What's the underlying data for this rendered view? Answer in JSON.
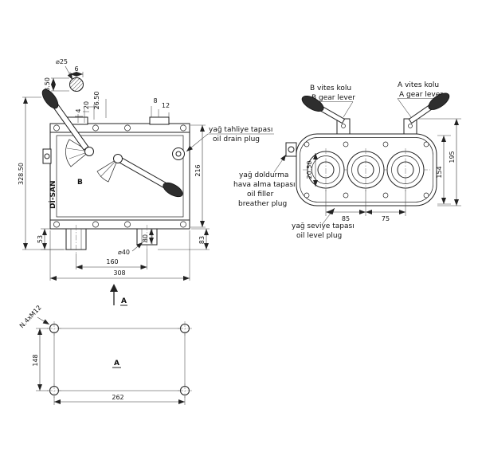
{
  "detail_view": {
    "dia_label": "⌀25",
    "width_label": "6",
    "height_label": "3.50"
  },
  "side_view": {
    "brand": "Dİ-SAN",
    "gate_b": "B",
    "dim_4": "4",
    "dim_20": "20",
    "dim_26_50": "26.50",
    "dim_8": "8",
    "dim_12": "12",
    "dim_328_50": "328.50",
    "dim_216": "216",
    "dim_53": "53",
    "dim_80": "80",
    "dim_83": "83",
    "dim_dia40": "⌀40",
    "dim_160": "160",
    "dim_308": "308",
    "section_label": "A"
  },
  "callouts": {
    "oil_drain_tr": "yağ tahliye tapası",
    "oil_drain_en": "oil drain plug",
    "oil_filler_tr_1": "yağ doldurma",
    "oil_filler_tr_2": "hava alma tapası",
    "oil_filler_en_1": "oil filler",
    "oil_filler_en_2": "breather plug",
    "oil_level_tr": "yağ seviye tapası",
    "oil_level_en": "oil level plug"
  },
  "front_view": {
    "lever_b_tr": "B vites kolu",
    "lever_b_en": "B gear lever",
    "lever_a_tr": "A vites kolu",
    "lever_a_en": "A gear lever",
    "dim_195": "195",
    "dim_154": "154",
    "dim_20_50": "20.50",
    "dim_85": "85",
    "dim_75": "75"
  },
  "mounting_view": {
    "thread_label": "N.4xM12",
    "dim_148": "148",
    "dim_262": "262",
    "view_label": "A"
  }
}
